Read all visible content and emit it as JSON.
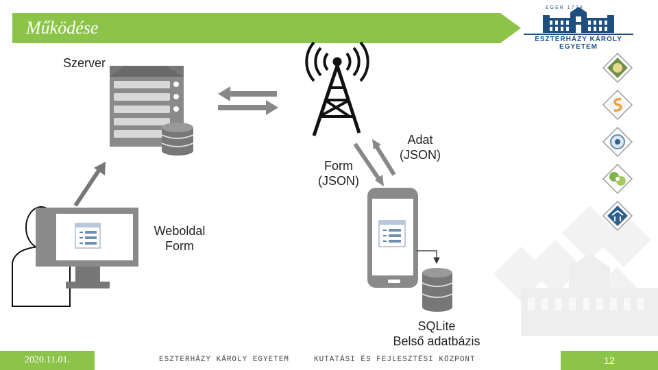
{
  "slide": {
    "title": "Működése",
    "logo_text": "ESZTERHÁZY KÁROLY EGYETEM",
    "logo_top": "EGER 1774"
  },
  "diagram": {
    "server_label": "Szerver",
    "webpage_label_1": "Weboldal",
    "webpage_label_2": "Form",
    "data_label_1": "Adat",
    "data_label_2": "(JSON)",
    "form_label_1": "Form",
    "form_label_2": "(JSON)",
    "db_label_1": "SQLite",
    "db_label_2": "Belső adatbázis"
  },
  "footer": {
    "date": "2020.11.01.",
    "university": "ESZTERHÁZY KÁROLY EGYETEM",
    "center": "KUTATÁSI ÉS FEJLESZTÉSI KÖZPONT",
    "page": "12"
  },
  "colors": {
    "accent_green": "#8cc44a",
    "logo_blue": "#1f4f7e",
    "icon_gray": "#8a8a8a"
  }
}
